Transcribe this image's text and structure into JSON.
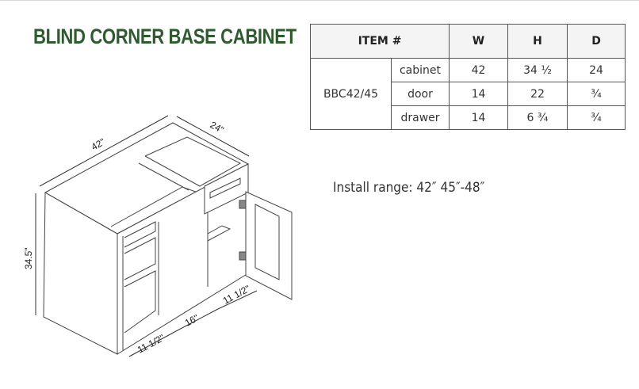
{
  "title": "BLIND CORNER BASE CABINET",
  "table": {
    "headers": {
      "item": "ITEM #",
      "w": "W",
      "h": "H",
      "d": "D"
    },
    "item_code": "BBC42/45",
    "rows": [
      {
        "part": "cabinet",
        "w": "42",
        "h": "34 ½",
        "d": "24"
      },
      {
        "part": "door",
        "w": "14",
        "h": "22",
        "d": "¾"
      },
      {
        "part": "drawer",
        "w": "14",
        "h": "6 ¾",
        "d": "¾"
      }
    ]
  },
  "install_range": "Install range: 42″  45″-48″",
  "diagram": {
    "width_label": "42\"",
    "depth_label": "24\"",
    "height_label": "34.5\"",
    "left_opening_label": "11 1/2\"",
    "center_label": "16\"",
    "right_opening_label": "11 1/2\""
  }
}
